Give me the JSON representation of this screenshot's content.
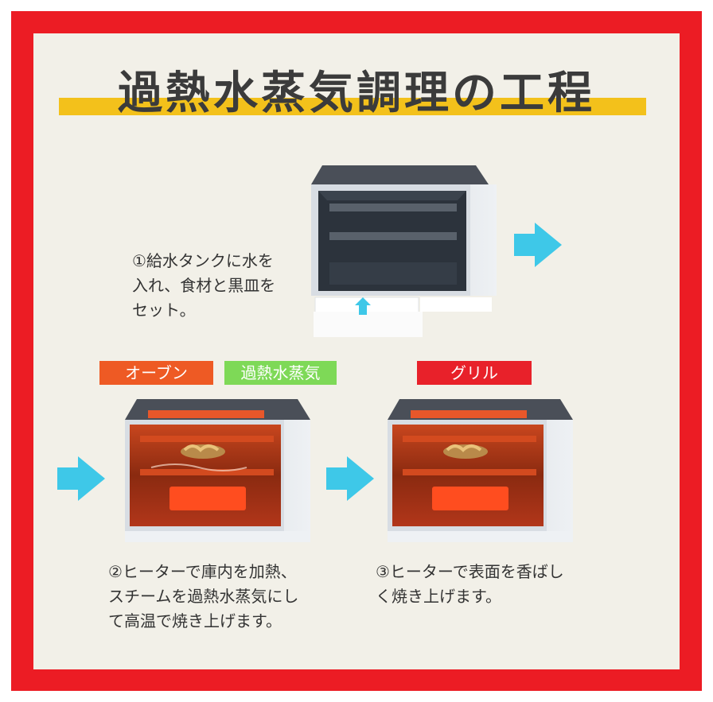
{
  "title": "過熱水蒸気調理の工程",
  "steps": [
    {
      "text": "①給水タンクに水を\n入れ、食材と黒皿を\nセット。"
    },
    {
      "text": "②ヒーターで庫内を加熱、\nスチームを過熱水蒸気にし\nて高温で焼き上げます。"
    },
    {
      "text": "③ヒーターで表面を香ばし\nく焼き上げます。"
    }
  ],
  "labels": {
    "oven": "オーブン",
    "steam": "過熱水蒸気",
    "grill": "グリル"
  },
  "colors": {
    "border": "#ec1c24",
    "background": "#f2f0e8",
    "title_bar": "#f3c11b",
    "arrow": "#3ec8e8",
    "oven_label": "#ee5a24",
    "steam_label": "#7ed957",
    "grill_label": "#e8212a"
  },
  "icons": [
    "arrow-right-icon",
    "arrow-up-icon",
    "oven-icon"
  ]
}
